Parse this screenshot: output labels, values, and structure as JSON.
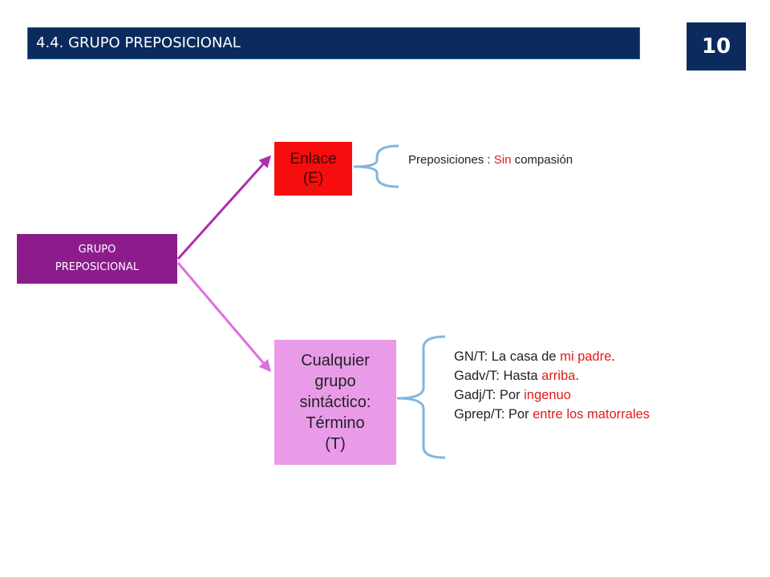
{
  "header": {
    "title": "4.4. GRUPO PREPOSICIONAL",
    "page_number": "10"
  },
  "colors": {
    "header_bg": "#0b2b5e",
    "root_box": "#8c1c8c",
    "enlace_box": "#f70d0d",
    "termino_box": "#e99be9",
    "arrow_upper": "#b02cb0",
    "arrow_lower": "#dd6ee0",
    "bracket": "#7fb7e0",
    "highlight_text": "#e01b1b"
  },
  "diagram": {
    "root": {
      "line1": "GRUPO",
      "line2": "PREPOSICIONAL"
    },
    "enlace": {
      "line1": "Enlace",
      "line2": "(E)"
    },
    "termino": {
      "line1": "Cualquier",
      "line2": "grupo",
      "line3": "sintáctico:",
      "line4": "Término",
      "line5": "(T)"
    },
    "enlace_example": {
      "label": "Preposiciones : ",
      "highlight": "Sin",
      "rest": " compasión"
    },
    "termino_examples": [
      {
        "label": "GN/T: La casa de ",
        "highlight": "mi padre",
        "rest": "."
      },
      {
        "label": "Gadv/T: Hasta ",
        "highlight": "arriba",
        "rest": "."
      },
      {
        "label": "Gadj/T: Por ",
        "highlight": "ingenuo",
        "rest": ""
      },
      {
        "label": "Gprep/T: Por ",
        "highlight": "entre los matorrales",
        "rest": ""
      }
    ]
  }
}
